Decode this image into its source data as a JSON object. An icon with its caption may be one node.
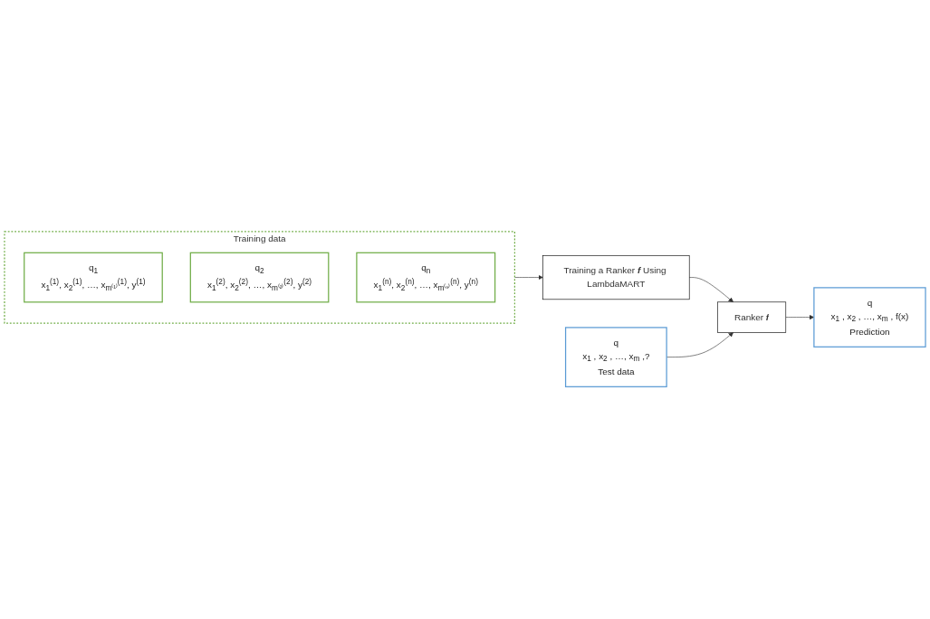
{
  "diagram": {
    "nodes": [
      {
        "text": [
          "Training data"
        ]
      },
      {
        "text": [
          "q$_{1}$",
          "x$_{1}$$^{(1)}$, x$_{2}$$^{(1)}$, …, x$_{m⁽¹⁾}$$^{(1)}$, y$^{(1)}$"
        ],
        "in": 0
      },
      {
        "text": [
          "q$_{2}$",
          "x$_{1}$$^{(2)}$, x$_{2}$$^{(2)}$, …, x$_{m⁽²⁾}$$^{(2)}$, y$^{(2)}$"
        ],
        "in": 0
      },
      {
        "text": [
          "q$_{n}$",
          "x$_{1}$$^{(n)}$, x$_{2}$$^{(n)}$, …, x$_{m⁽ⁿ⁾}$$^{(n)}$, y$^{(n)}$"
        ],
        "in": 0
      },
      {
        "text": [
          "Training a Ranker **f** Using LambdaMART"
        ]
      },
      {
        "text": [
          "q",
          "x$_{1}$ , x$_{2}$ , …, x$_{m}$ ,?",
          "Test data"
        ]
      },
      {
        "text": [
          "Ranker **f**"
        ]
      },
      {
        "text": [
          "q",
          "x$_{1}$ , x$_{2}$ , …, x$_{m}$ , f(x)",
          "Prediction"
        ]
      }
    ],
    "edges": [
      {
        "from": 0,
        "to": 4,
        "arrow": "to"
      },
      {
        "from": 4,
        "to": 6,
        "arrow": "to"
      },
      {
        "from": 5,
        "to": 6,
        "arrow": "to"
      },
      {
        "from": 6,
        "to": 7,
        "arrow": "to"
      }
    ]
  }
}
